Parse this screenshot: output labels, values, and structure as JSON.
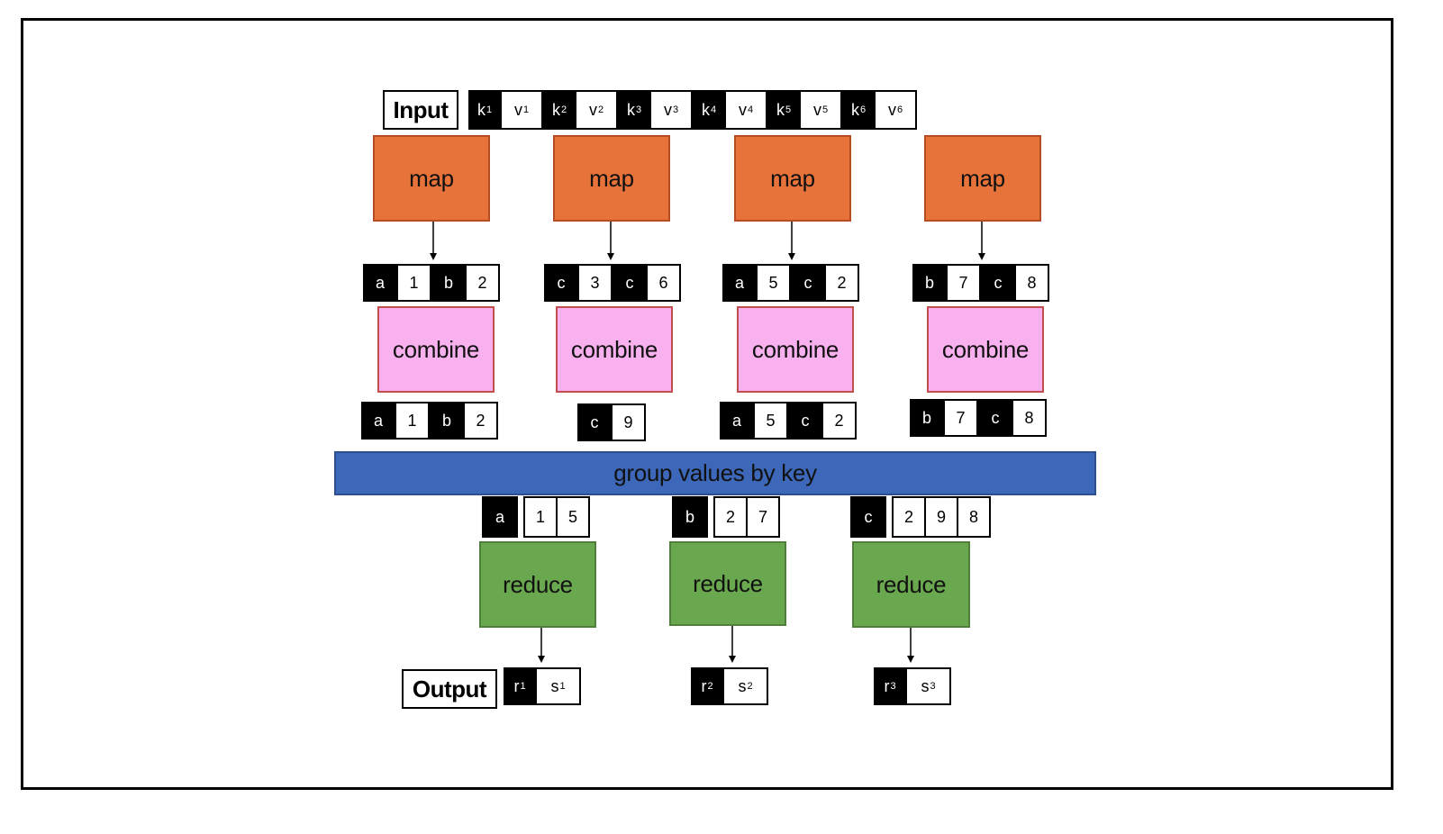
{
  "labels": {
    "input": "Input",
    "output": "Output"
  },
  "input_pairs": [
    {
      "k": "k",
      "ks": "1",
      "v": "v",
      "vs": "1"
    },
    {
      "k": "k",
      "ks": "2",
      "v": "v",
      "vs": "2"
    },
    {
      "k": "k",
      "ks": "3",
      "v": "v",
      "vs": "3"
    },
    {
      "k": "k",
      "ks": "4",
      "v": "v",
      "vs": "4"
    },
    {
      "k": "k",
      "ks": "5",
      "v": "v",
      "vs": "5"
    },
    {
      "k": "k",
      "ks": "6",
      "v": "v",
      "vs": "6"
    }
  ],
  "map_label": "map",
  "combine_label": "combine",
  "reduce_label": "reduce",
  "group_label": "group values by key",
  "map_outputs": [
    [
      [
        "a",
        "1"
      ],
      [
        "b",
        "2"
      ]
    ],
    [
      [
        "c",
        "3"
      ],
      [
        "c",
        "6"
      ]
    ],
    [
      [
        "a",
        "5"
      ],
      [
        "c",
        "2"
      ]
    ],
    [
      [
        "b",
        "7"
      ],
      [
        "c",
        "8"
      ]
    ]
  ],
  "combine_outputs": [
    [
      [
        "a",
        "1"
      ],
      [
        "b",
        "2"
      ]
    ],
    [
      [
        "c",
        "9"
      ]
    ],
    [
      [
        "a",
        "5"
      ],
      [
        "c",
        "2"
      ]
    ],
    [
      [
        "b",
        "7"
      ],
      [
        "c",
        "8"
      ]
    ]
  ],
  "grouped": [
    {
      "key": "a",
      "values": [
        "1",
        "5"
      ]
    },
    {
      "key": "b",
      "values": [
        "2",
        "7"
      ]
    },
    {
      "key": "c",
      "values": [
        "2",
        "9",
        "8"
      ]
    }
  ],
  "outputs": [
    {
      "k": "r",
      "ks": "1",
      "v": "s",
      "vs": "1"
    },
    {
      "k": "r",
      "ks": "2",
      "v": "s",
      "vs": "2"
    },
    {
      "k": "r",
      "ks": "3",
      "v": "s",
      "vs": "3"
    }
  ],
  "colors": {
    "map": "#e7733a",
    "combine": "#f8b0ef",
    "reduce": "#6aa84f",
    "group": "#3d67b8"
  }
}
